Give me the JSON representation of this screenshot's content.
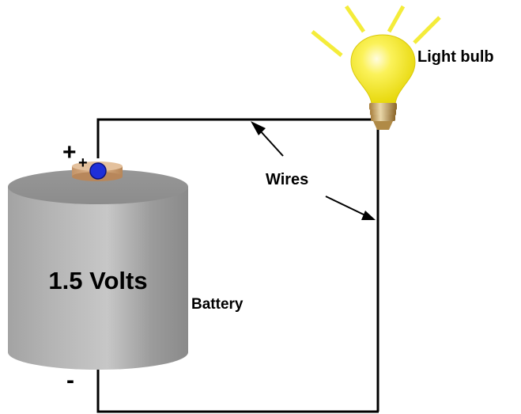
{
  "battery": {
    "voltage_label": "1.5 Volts",
    "name_label": "Battery",
    "positive_sign": "+",
    "positive_sign_small": "+",
    "negative_sign": "-",
    "body_color": "#a9a9a9",
    "terminal_color": "#d2a77c",
    "terminal_dot_color": "#1f2fd8"
  },
  "bulb": {
    "label": "Light bulb",
    "glass_color": "#f8f01e",
    "ray_color": "#f4ec3a"
  },
  "wires": {
    "label": "Wires",
    "color": "#000000"
  }
}
